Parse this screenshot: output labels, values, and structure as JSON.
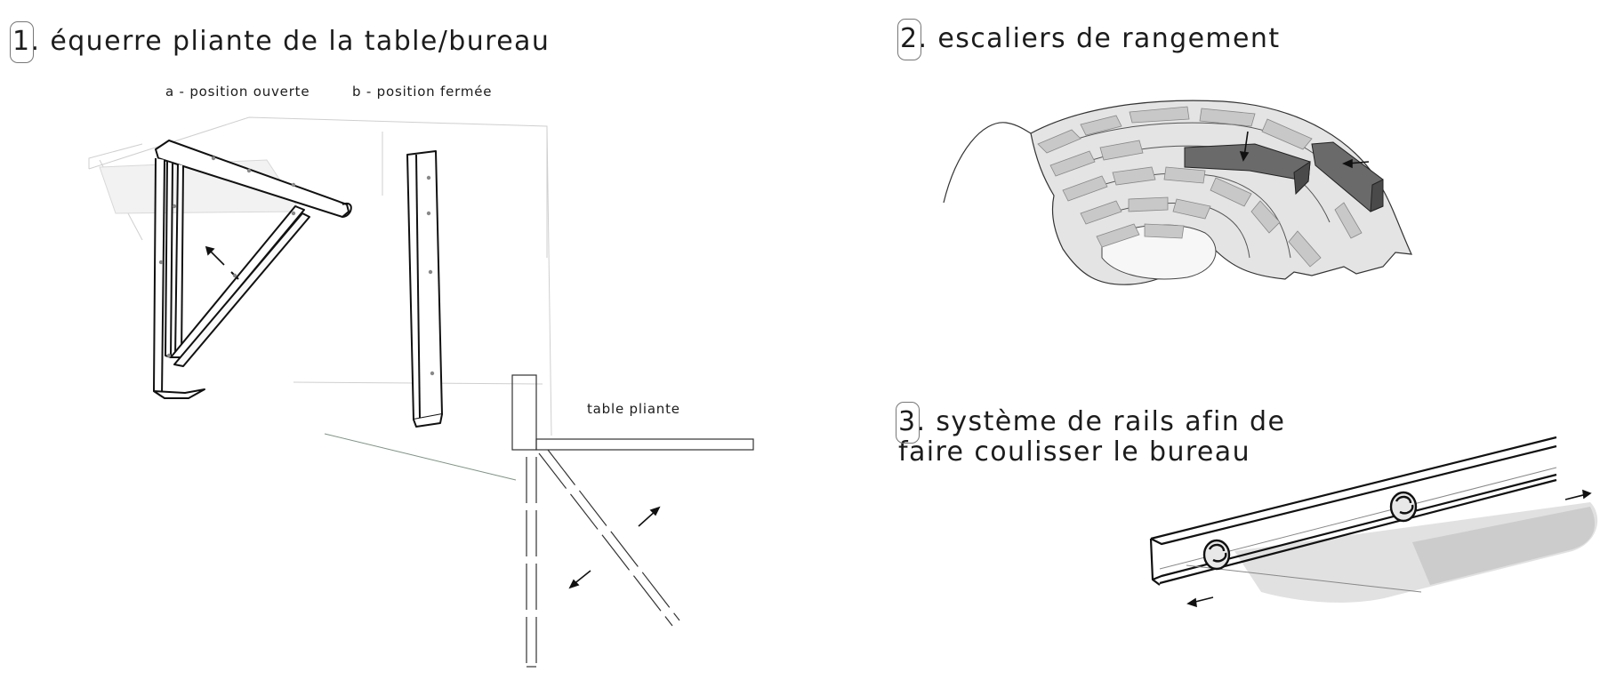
{
  "section1": {
    "number": "1",
    "title": ". équerre pliante de la table/bureau",
    "label_a": "a - position ouverte",
    "label_b": "b - position fermée",
    "label_table": "table pliante"
  },
  "section2": {
    "number": "2",
    "title": ". escaliers de rangement"
  },
  "section3": {
    "number": "3",
    "title_line1": ". système de rails afin de",
    "title_line2": "faire coulisser le bureau"
  }
}
